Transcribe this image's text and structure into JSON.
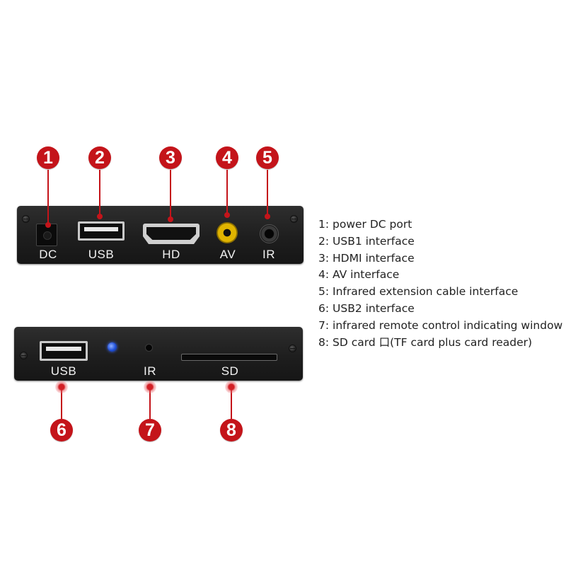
{
  "ports_top": {
    "dc_label": "DC",
    "usb_label": "USB",
    "hd_label": "HD",
    "av_label": "AV",
    "ir_label": "IR"
  },
  "ports_bottom": {
    "usb_label": "USB",
    "ir_label": "IR",
    "sd_label": "SD"
  },
  "markers": {
    "m1": "1",
    "m2": "2",
    "m3": "3",
    "m4": "4",
    "m5": "5",
    "m6": "6",
    "m7": "7",
    "m8": "8"
  },
  "legend": [
    "1: power DC port",
    "2: USB1 interface",
    "3: HDMI interface",
    "4: AV interface",
    "5: Infrared extension cable interface",
    "6: USB2 interface",
    "7: infrared remote control indicating window",
    "8: SD card 口(TF card plus card reader)"
  ],
  "colors": {
    "marker_red": "#c4141a",
    "panel_black": "#1e1e1e",
    "av_yellow": "#e0b400",
    "led_blue": "#1f4fd8"
  }
}
